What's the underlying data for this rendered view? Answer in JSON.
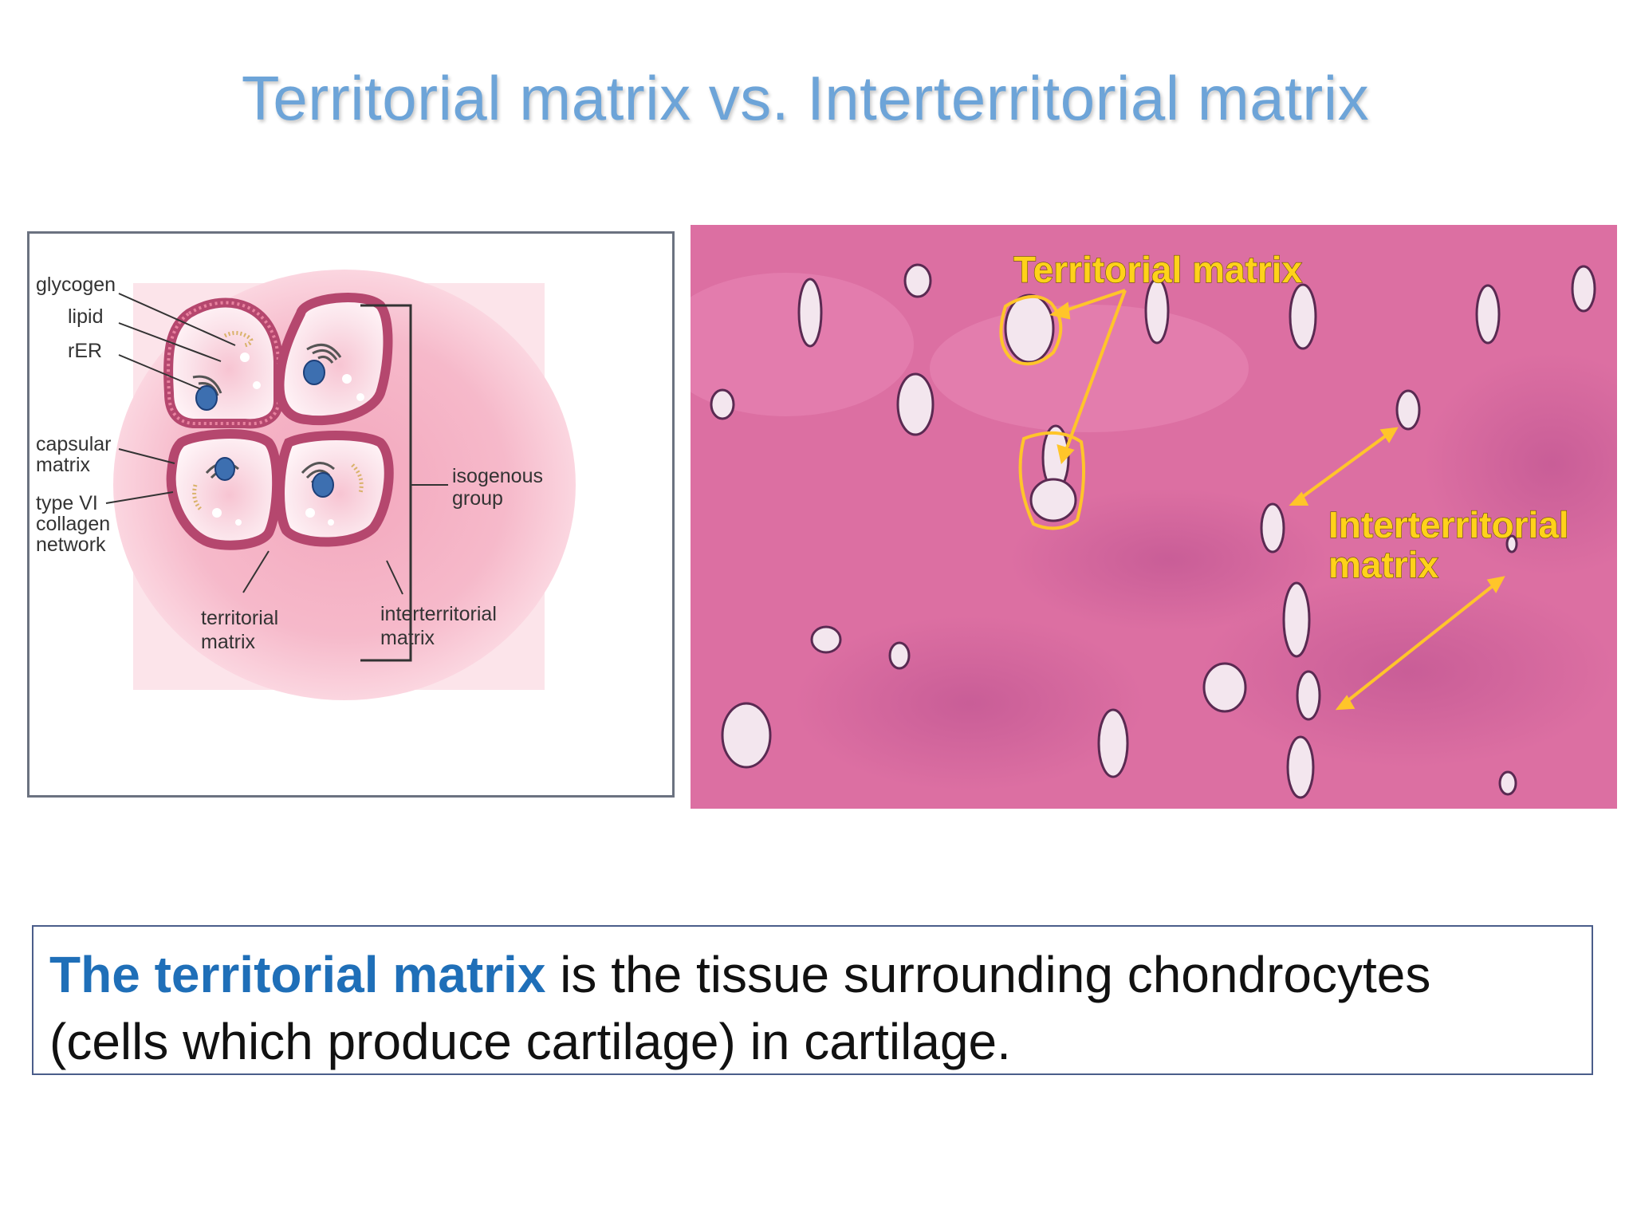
{
  "slide": {
    "title": "Territorial matrix vs. Interterritorial matrix"
  },
  "diagram": {
    "labels": {
      "glycogen": "glycogen",
      "lipid": "lipid",
      "rer": "rER",
      "capsular_1": "capsular",
      "capsular_2": "matrix",
      "collagen_1": "type VI",
      "collagen_2": "collagen",
      "collagen_3": "network",
      "isogenous_1": "isogenous",
      "isogenous_2": "group",
      "territorial_1": "territorial",
      "territorial_2": "matrix",
      "interterritorial_1": "interterritorial",
      "interterritorial_2": "matrix"
    }
  },
  "micrograph": {
    "labels": {
      "territorial": "Territorial matrix",
      "interterritorial_1": "Interterritorial",
      "interterritorial_2": "matrix"
    },
    "colors": {
      "label": "#ffd21a",
      "tissue": "#dc6fa2"
    }
  },
  "caption": {
    "highlight": "The territorial matrix",
    "rest_line1": " is the tissue surrounding chondrocytes",
    "line2": "(cells which produce cartilage) in cartilage."
  }
}
